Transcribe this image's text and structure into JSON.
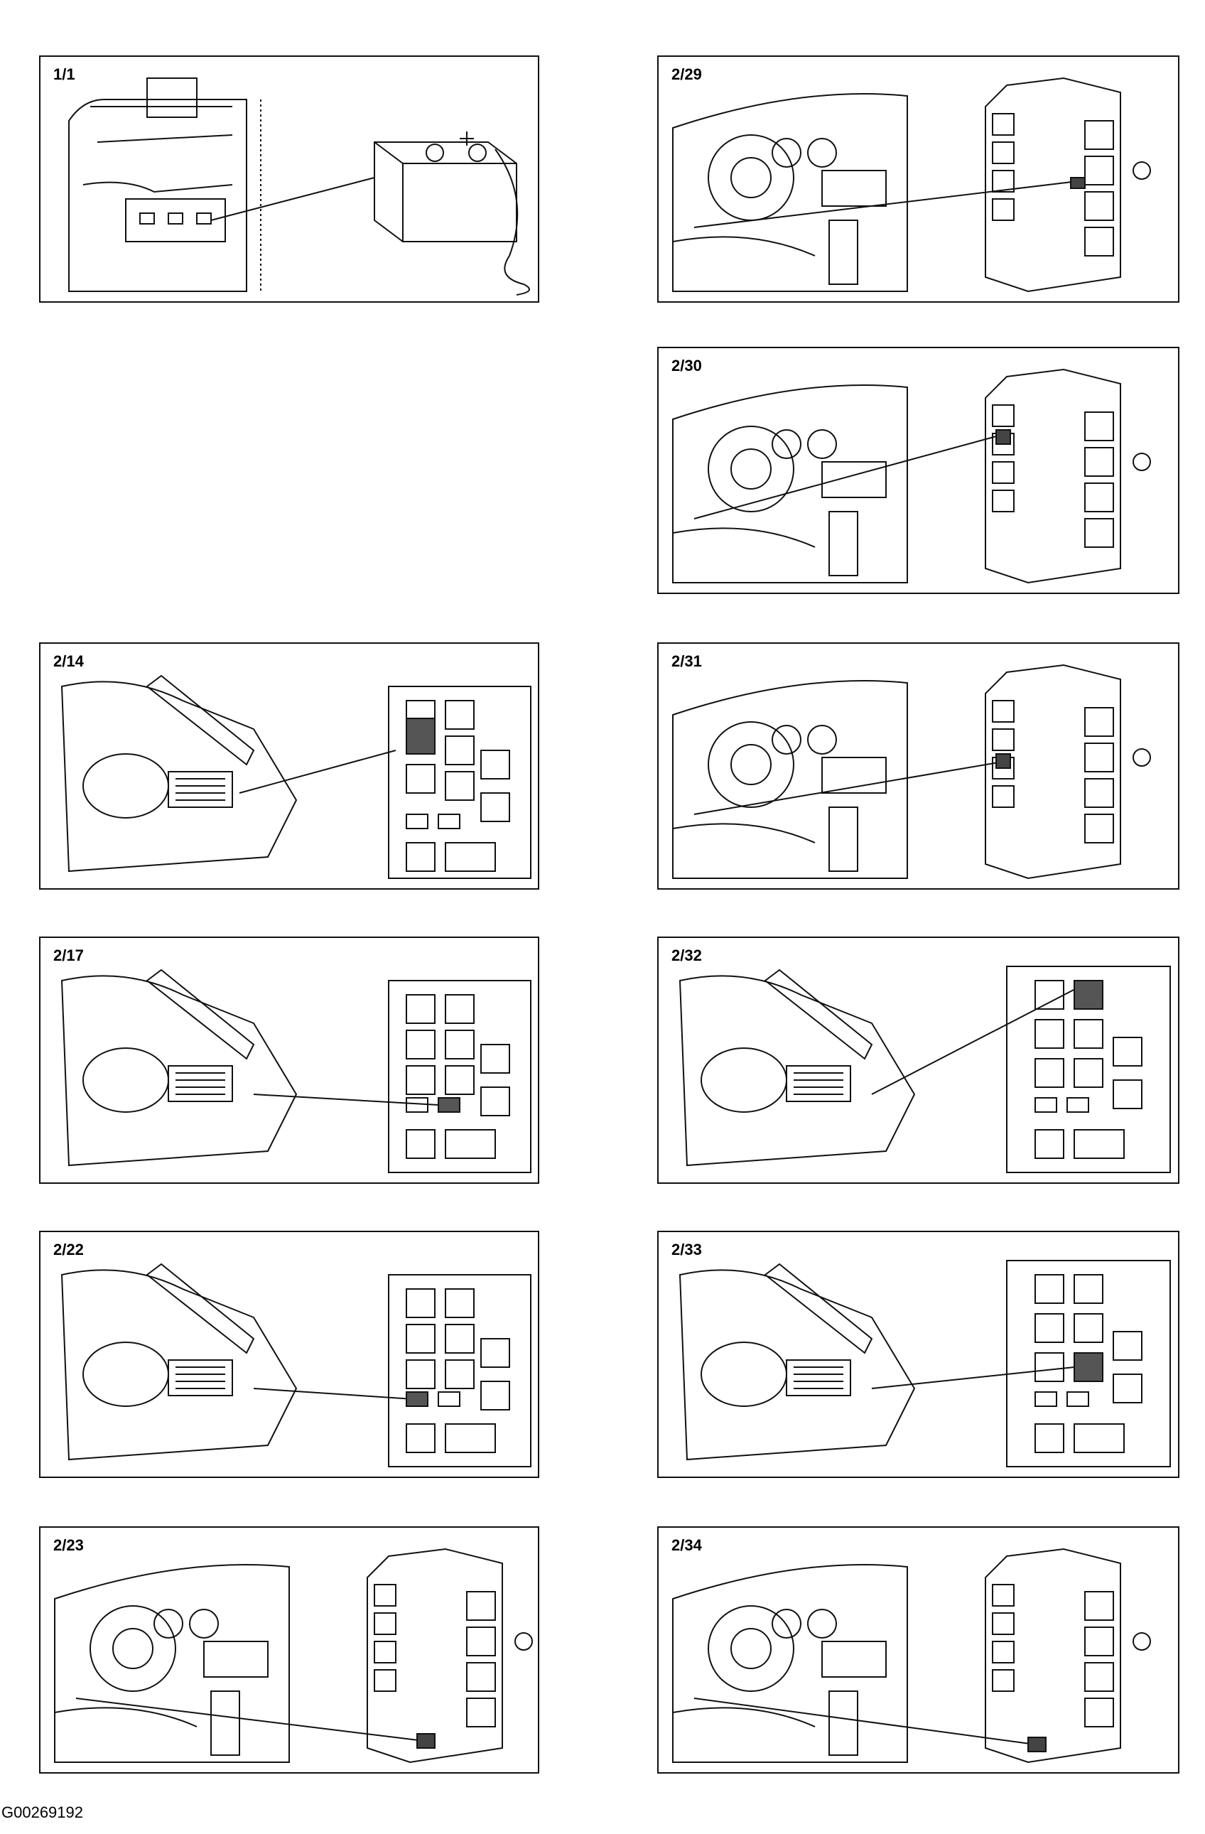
{
  "panels": [
    {
      "id": "p1-1",
      "label": "1/1",
      "type": "battery"
    },
    {
      "id": "p2-29",
      "label": "2/29",
      "type": "dash"
    },
    {
      "id": "p2-30",
      "label": "2/30",
      "type": "dash"
    },
    {
      "id": "p2-14",
      "label": "2/14",
      "type": "engine"
    },
    {
      "id": "p2-31",
      "label": "2/31",
      "type": "dash"
    },
    {
      "id": "p2-17",
      "label": "2/17",
      "type": "engine"
    },
    {
      "id": "p2-32",
      "label": "2/32",
      "type": "engine"
    },
    {
      "id": "p2-22",
      "label": "2/22",
      "type": "engine"
    },
    {
      "id": "p2-33",
      "label": "2/33",
      "type": "engine"
    },
    {
      "id": "p2-23",
      "label": "2/23",
      "type": "dash"
    },
    {
      "id": "p2-34",
      "label": "2/34",
      "type": "dash"
    }
  ],
  "footer": {
    "code": "G00269192"
  }
}
